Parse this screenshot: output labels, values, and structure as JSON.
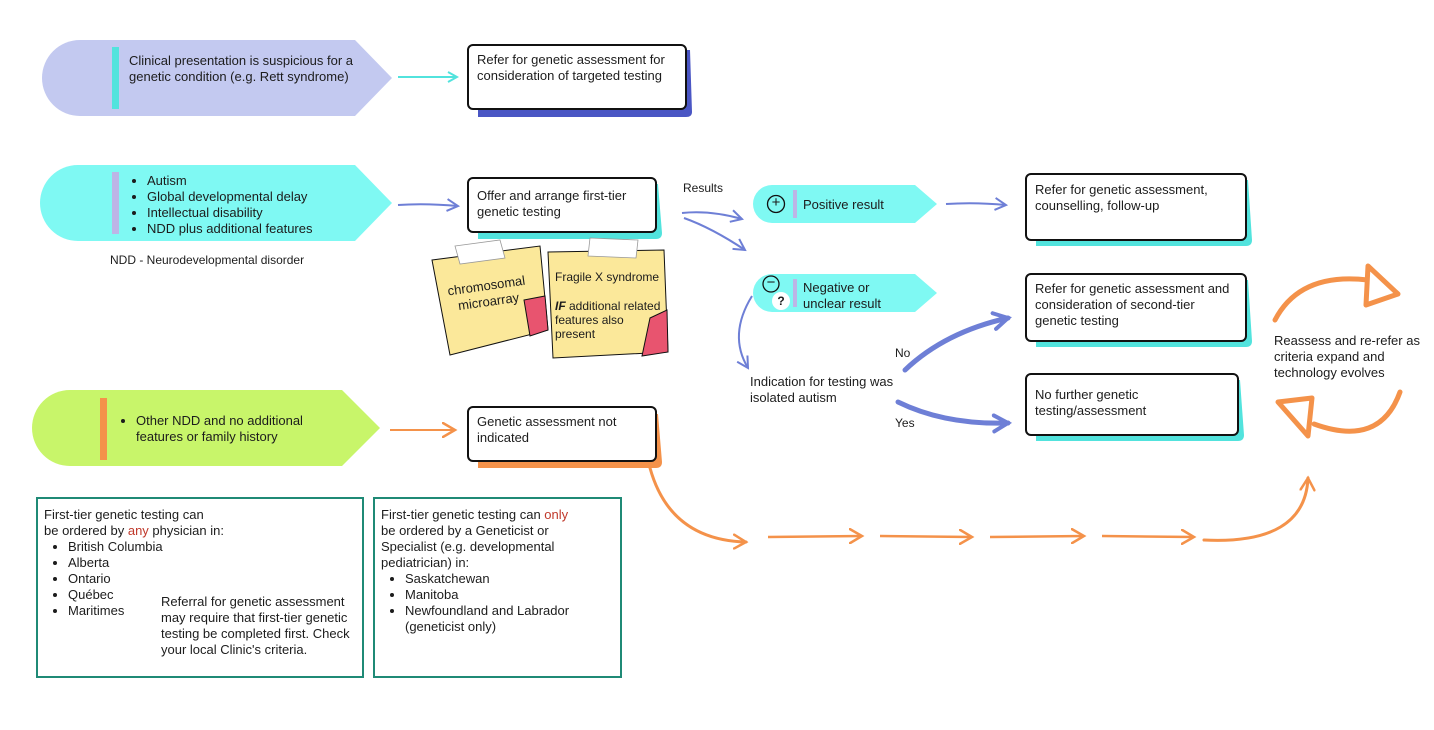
{
  "colors": {
    "lavender": "#c3c9f0",
    "cyan": "#7ff9f3",
    "lime": "#c8f56a",
    "teal_accent": "#52e3dd",
    "purple_accent": "#bdb5e6",
    "orange": "#f4924a",
    "blue_arrow": "#6e7fd6",
    "navy": "#4a56c4",
    "panel_border": "#1f8a76",
    "sticky": "#fbe89a",
    "sticky_fold": "#e8546f"
  },
  "pill_rett": {
    "text": "Clinical presentation is suspicious for a genetic condition (e.g. Rett syndrome)"
  },
  "pill_ndd": {
    "items": [
      "Autism",
      "Global developmental delay",
      "Intellectual disability",
      "NDD plus additional features"
    ]
  },
  "ndd_footnote": "NDD - Neurodevelopmental disorder",
  "pill_other": {
    "items": [
      "Other NDD and no additional features or family history"
    ]
  },
  "box_targeted": "Refer for genetic assessment for consideration of targeted testing",
  "box_firsttier": "Offer and arrange first-tier genetic testing",
  "box_not_indicated": "Genetic assessment not indicated",
  "results_label": "Results",
  "positive": {
    "symbol": "+",
    "label": "Positive result"
  },
  "negative": {
    "symbol": "−",
    "question": "?",
    "label": "Negative or unclear result"
  },
  "box_counselling": "Refer for genetic assessment, counselling, follow-up",
  "box_second_tier": "Refer for genetic assessment and consideration of second-tier genetic testing",
  "box_no_further": "No further genetic testing/assessment",
  "isolated_autism": "Indication for testing was isolated autism",
  "no_label": "No",
  "yes_label": "Yes",
  "reassess": "Reassess and re-refer as criteria expand and technology evolves",
  "sticky_microarray": "chromosomal microarray",
  "sticky_fragile": {
    "title": "Fragile X syndrome",
    "if": "IF",
    "rest": " additional related features also present"
  },
  "panel_left": {
    "line1": "First-tier genetic testing can",
    "line2_pre": "be ordered by ",
    "line2_em": "any",
    "line2_post": " physician in:",
    "provinces": [
      "British Columbia",
      "Alberta",
      "Ontario",
      "Québec",
      "Maritimes"
    ],
    "referral_note": "Referral for genetic assessment may require that first-tier genetic testing be completed first. Check your local Clinic's criteria."
  },
  "panel_right": {
    "line1_pre": "First-tier genetic testing can ",
    "line1_em": "only",
    "line2": "be ordered by a Geneticist or Specialist (e.g. developmental pediatrician) in:",
    "provinces": [
      "Saskatchewan",
      "Manitoba",
      "Newfoundland and Labrador (geneticist only)"
    ]
  }
}
